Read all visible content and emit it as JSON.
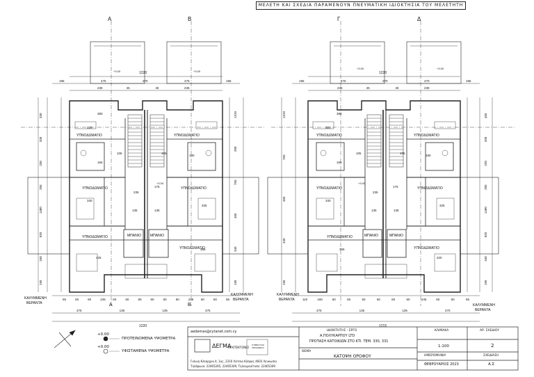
{
  "header": {
    "title": "ΜΕΛΕΤΗ ΚΑΙ ΣΧΕΔΙΑ ΠΑΡΑΜΕΝΟΥΝ ΠΝΕΥΜΑΤΙΚΗ ΙΔΙΟΚΤΗΣΙΑ ΤΟΥ ΜΕΛΕΤΗΤΗ"
  },
  "section_markers": {
    "a": "A",
    "b": "B",
    "c": "Γ",
    "d": "Δ"
  },
  "rooms": {
    "bedroom": "ΥΠΝΟΔΩΜΑΤΙΟ",
    "bath": "ΜΠΑΝΙΟ"
  },
  "veranda": {
    "label_1": "ΚΑΛΥΜΜΕΝΗ",
    "label_2": "ΒΕΡΑΝΤΑ"
  },
  "plan_left": {
    "top_total": "1220",
    "bottom_total": "1220",
    "top_dims": [
      "195",
      "475",
      "270",
      "475",
      "195"
    ],
    "top_sub": [
      "235",
      "45",
      "45",
      "235"
    ],
    "bottom_dims": [
      "475",
      "135",
      "135",
      "475"
    ],
    "bottom_sub": [
      "55",
      "60",
      "60",
      "245",
      "60",
      "60",
      "80",
      "60",
      "60",
      "60",
      "245",
      "60",
      "60",
      "55"
    ],
    "left_dims": [
      "330",
      "330",
      "230",
      "205",
      "1480",
      "920",
      "340",
      "195"
    ],
    "right_dims": [
      "1310",
      "200",
      "750",
      "465",
      "340",
      "195"
    ],
    "room_dims": [
      "380",
      "320",
      "105",
      "105",
      "165",
      "235",
      "175",
      "340",
      "325",
      "135",
      "135",
      "425",
      "365",
      "180"
    ],
    "levels": [
      "+3.00",
      "+3.00",
      "+3.00"
    ]
  },
  "plan_right": {
    "top_total": "1220",
    "bottom_total": "1215",
    "top_dims": [
      "195",
      "475",
      "270",
      "470",
      "195"
    ],
    "top_sub": [
      "235",
      "45",
      "45",
      "235"
    ],
    "bottom_dims": [
      "475",
      "135",
      "135",
      "470"
    ],
    "bottom_sub": [
      "110",
      "160",
      "60",
      "60",
      "50",
      "60",
      "60",
      "60",
      "245",
      "60",
      "60",
      "55"
    ],
    "left_dims": [
      "1310",
      "750",
      "465",
      "340",
      "195"
    ],
    "right_dims": [
      "455",
      "330",
      "220",
      "205",
      "1480",
      "920",
      "340",
      "195"
    ],
    "room_dims": [
      "380",
      "320",
      "105",
      "105",
      "165",
      "235",
      "175",
      "340",
      "325",
      "135",
      "135",
      "420",
      "365",
      "180"
    ],
    "levels": [
      "+3.00",
      "+3.00",
      "+3.00"
    ]
  },
  "legend": {
    "proposed": "ΠΡΟΤΕΙΝΟΜΕΝΑ ΥΨΟΜΕΤΡΑ",
    "existing": "ΥΦΙΣΤΑΜΕΝΑ ΥΨΟΜΕΤΡΑ",
    "level_mark": "+0.00"
  },
  "office": {
    "email": "aedemas@cytanet.com.cy",
    "name": "ΔΕΓΜΑ",
    "role": "ΑΡΧΙΤΕΚΤΟΝΕΣ",
    "stamp": "ΣΥΜΒΟΥΛΟΙ ΜΗΧΑΝΙΚΟΙ",
    "address": "Γιάννη Κλεάρχου 4, 1ος, 2310 Λάτσια Κύπρος 4603 Λευκωσία",
    "phones": "Τηλέφωνο: 22465265, 22465309, Τηλεομοιότυπο: 22465309"
  },
  "title_block": {
    "owner_label": "ΙΔΙΟΚΤΗΤΗΣ - ΕΡΓΟ",
    "owner": "Α.ΠΟΛΥΚΑΡΠΟΥ LTD",
    "project": "ΠΡΟΤΑΣΗ ΚΑΤΟΙΚΙΩΝ ΣΤΟ ΚΤΙ. ΤΕΜ. 330, 331",
    "subject_label": "ΘΕΜΑ",
    "subject": "ΚΑΤΟΨΗ ΟΡΟΦΟΥ",
    "scale_label": "ΚΛΙΜΑΚΑ",
    "scale": "1:100",
    "drawing_no_label": "ΑΡ. ΣΧΕΔΙΟΥ",
    "drawing_no": "2",
    "date_label": "ΗΜΕΡΟΜΗΝΙΑ",
    "date": "ΦΕΒΡΟΥΑΡΙΟΣ 2023",
    "revision_label": "ΣΧΕΔΙΑΣΗ",
    "revision": "Α.Σ"
  }
}
